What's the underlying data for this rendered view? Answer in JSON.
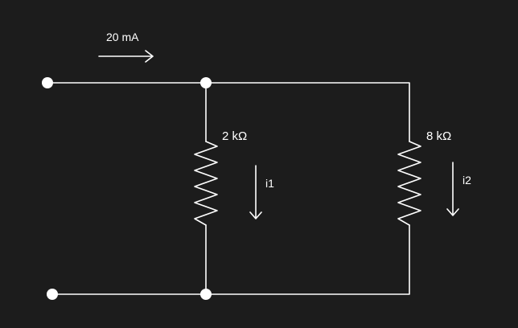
{
  "diagram": {
    "background": "#1c1c1c",
    "foreground": "#ffffff",
    "source_current": "20 mA",
    "resistor_left": {
      "value": "2 kΩ",
      "current": "i1"
    },
    "resistor_right": {
      "value": "8 kΩ",
      "current": "i2"
    }
  }
}
